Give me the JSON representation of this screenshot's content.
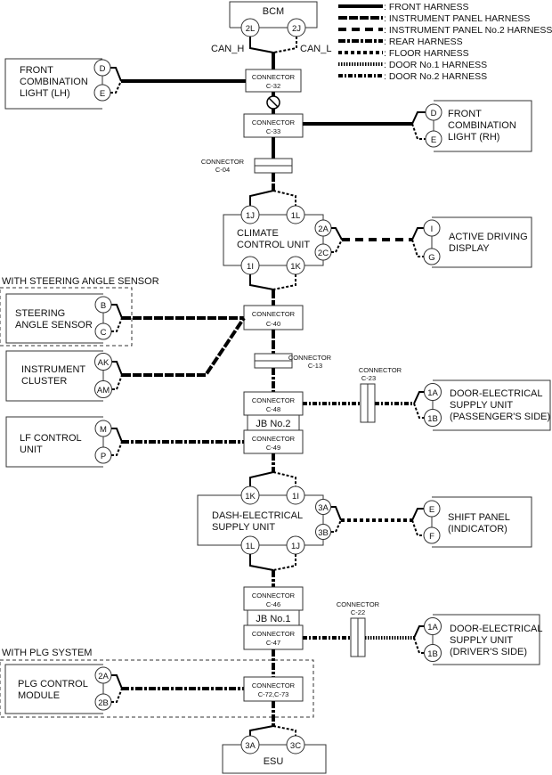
{
  "legend": [
    {
      "key": "front",
      "label": ": FRONT HARNESS"
    },
    {
      "key": "ip",
      "label": ": INSTRUMENT PANEL HARNESS"
    },
    {
      "key": "ip2",
      "label": ": INSTRUMENT PANEL No.2 HARNESS"
    },
    {
      "key": "rear",
      "label": ": REAR HARNESS"
    },
    {
      "key": "floor",
      "label": ": FLOOR HARNESS"
    },
    {
      "key": "door1",
      "label": ": DOOR No.1 HARNESS"
    },
    {
      "key": "door2",
      "label": ": DOOR No.2 HARNESS"
    }
  ],
  "bcm": {
    "name": "BCM",
    "pins": [
      "2L",
      "2J"
    ],
    "can_h": "CAN_H",
    "can_l": "CAN_L"
  },
  "connectors": {
    "word": "CONNECTOR",
    "c32": "C-32",
    "c33": "C-33",
    "c04": "C-04",
    "c40": "C-40",
    "c13": "C-13",
    "c48": "C-48",
    "c49": "C-49",
    "c23": "C-23",
    "c46": "C-46",
    "c47": "C-47",
    "c22": "C-22",
    "c7273": "C-72,C-73"
  },
  "jb2": "JB No.2",
  "jb1": "JB No.1",
  "modules": {
    "fcl_lh": {
      "lines": [
        "FRONT",
        "COMBINATION",
        "LIGHT (LH)"
      ],
      "pins": [
        "D",
        "E"
      ]
    },
    "fcl_rh": {
      "lines": [
        "FRONT",
        "COMBINATION",
        "LIGHT (RH)"
      ],
      "pins": [
        "D",
        "E"
      ]
    },
    "climate": {
      "lines": [
        "CLIMATE",
        "CONTROL UNIT"
      ],
      "top_pins": [
        "1J",
        "1L"
      ],
      "bottom_pins": [
        "1I",
        "1K"
      ],
      "side_pins": [
        "2A",
        "2C"
      ]
    },
    "adp": {
      "lines": [
        "ACTIVE DRIVING",
        "DISPLAY"
      ],
      "pins": [
        "I",
        "G"
      ]
    },
    "sas": {
      "lines": [
        "STEERING",
        "ANGLE SENSOR"
      ],
      "pins": [
        "B",
        "C"
      ]
    },
    "ic": {
      "lines": [
        "INSTRUMENT",
        "CLUSTER"
      ],
      "pins": [
        "AK",
        "AM"
      ]
    },
    "door_pass": {
      "lines": [
        "DOOR-ELECTRICAL",
        "SUPPLY UNIT",
        "(PASSENGER'S SIDE)"
      ],
      "pins": [
        "1A",
        "1B"
      ]
    },
    "lf": {
      "lines": [
        "LF CONTROL",
        "UNIT"
      ],
      "pins": [
        "M",
        "P"
      ]
    },
    "dash": {
      "lines": [
        "DASH-ELECTRICAL",
        "SUPPLY UNIT"
      ],
      "top_pins": [
        "1K",
        "1I"
      ],
      "bottom_pins": [
        "1L",
        "1J"
      ],
      "side_pins": [
        "3A",
        "3B"
      ]
    },
    "shift": {
      "lines": [
        "SHIFT PANEL",
        "(INDICATOR)"
      ],
      "pins": [
        "E",
        "F"
      ]
    },
    "door_drv": {
      "lines": [
        "DOOR-ELECTRICAL",
        "SUPPLY UNIT",
        "(DRIVER'S SIDE)"
      ],
      "pins": [
        "1A",
        "1B"
      ]
    },
    "plg": {
      "lines": [
        "PLG CONTROL",
        "MODULE"
      ],
      "pins": [
        "2A",
        "2B"
      ]
    },
    "esu": {
      "name": "ESU",
      "pins": [
        "3A",
        "3C"
      ]
    }
  },
  "groups": {
    "sas_group": "WITH STEERING ANGLE SENSOR",
    "plg_group": "WITH PLG SYSTEM"
  }
}
